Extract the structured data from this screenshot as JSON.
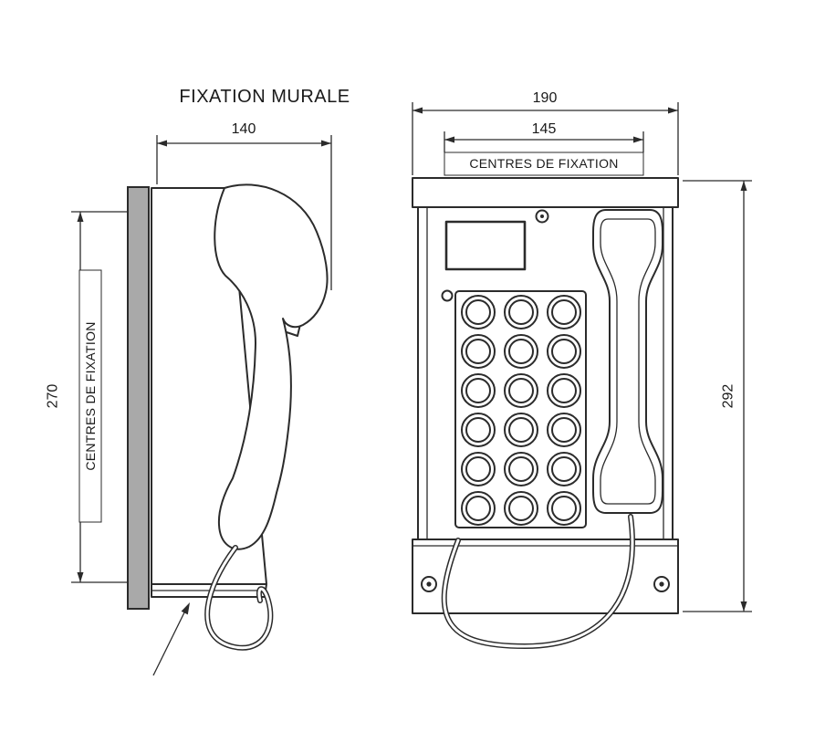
{
  "diagram": {
    "title": "FIXATION MURALE",
    "side_view": {
      "depth_dim": "140",
      "fixing_height_dim": "270",
      "fixing_height_label": "CENTRES DE FIXATION"
    },
    "front_view": {
      "overall_width_dim": "190",
      "fixing_width_dim": "145",
      "fixing_width_label": "CENTRES DE FIXATION",
      "overall_height_dim": "292"
    },
    "colors": {
      "line": "#2b2b2b",
      "wall_plate_fill": "#a9a9a9",
      "background": "#ffffff"
    }
  }
}
